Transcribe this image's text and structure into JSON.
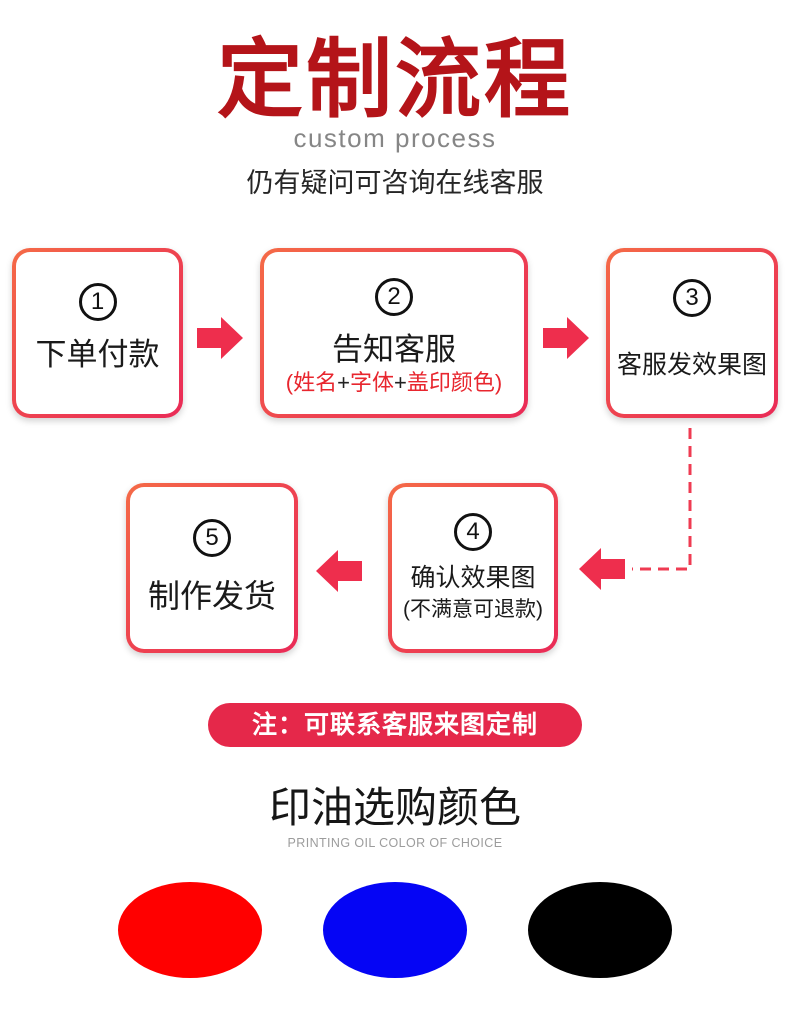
{
  "header": {
    "title": "定制流程",
    "subtitle_en": "custom process",
    "help_text": "仍有疑问可咨询在线客服"
  },
  "steps": [
    {
      "number": "1",
      "title": "下单付款"
    },
    {
      "number": "2",
      "title": "告知客服",
      "detail": [
        {
          "text": "(姓名",
          "color": "#e8262e"
        },
        {
          "text": "+",
          "color": "#222222"
        },
        {
          "text": "字体",
          "color": "#e8262e"
        },
        {
          "text": "+",
          "color": "#222222"
        },
        {
          "text": "盖印颜色)",
          "color": "#e8262e"
        }
      ]
    },
    {
      "number": "3",
      "title": "客服发效果图"
    },
    {
      "number": "4",
      "title": "确认效果图",
      "detail": [
        {
          "text": "(不满意可退款)",
          "color": "#1a1a1a"
        }
      ]
    },
    {
      "number": "5",
      "title": "制作发货"
    }
  ],
  "notice": "注：可联系客服来图定制",
  "ink_section": {
    "title": "印油选购颜色",
    "subtitle_en": "PRINTING OIL COLOR OF CHOICE",
    "swatches": [
      {
        "color": "#ff0000"
      },
      {
        "color": "#0505f5"
      },
      {
        "color": "#000000"
      }
    ]
  },
  "icons": {
    "flow_arrow": "arrow-right-icon",
    "return_arrow": "arrow-left-icon"
  },
  "theme": {
    "title": "#b41419",
    "accent": "#e5284a",
    "arrow": "#ee2e4d",
    "connector": "#ef3b52"
  }
}
